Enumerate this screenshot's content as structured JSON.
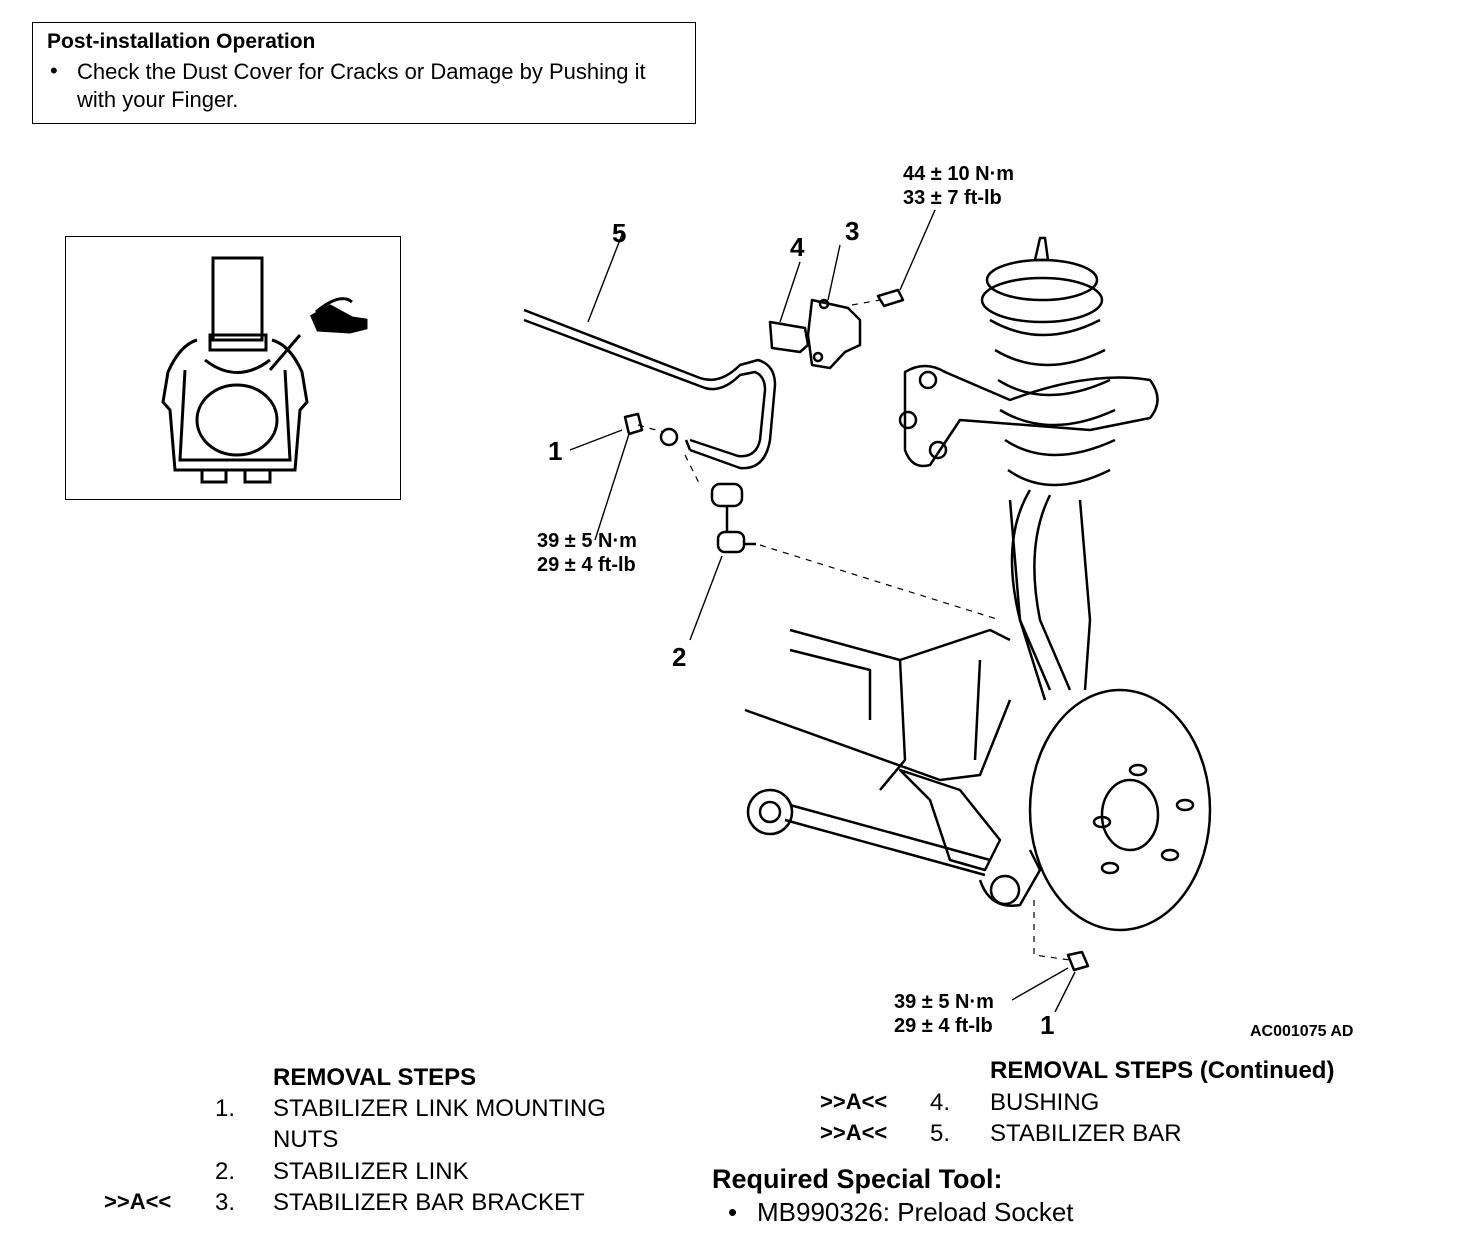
{
  "post_installation": {
    "title": "Post-installation Operation",
    "bullet": "•",
    "text": "Check the Dust Cover for Cracks or Damage by Pushing it with your Finger."
  },
  "callouts": {
    "c1a": "1",
    "c1b": "1",
    "c2": "2",
    "c3": "3",
    "c4": "4",
    "c5": "5"
  },
  "torques": {
    "top_nm": "44 ± 10 N·m",
    "top_ftlb": "33 ± 7 ft-lb",
    "mid_nm": "39 ± 5 N·m",
    "mid_ftlb": "29 ± 4 ft-lb",
    "low_nm": "39 ± 5 N·m",
    "low_ftlb": "29 ± 4 ft-lb"
  },
  "figure_code": "AC001075 AD",
  "removal_steps": {
    "heading": "REMOVAL STEPS",
    "items": [
      {
        "mark": "",
        "num": "1.",
        "text_line1": "STABILIZER LINK MOUNTING",
        "text_line2": "NUTS"
      },
      {
        "mark": "",
        "num": "2.",
        "text_line1": "STABILIZER LINK",
        "text_line2": ""
      },
      {
        "mark": ">>A<<",
        "num": "3.",
        "text_line1": "STABILIZER BAR BRACKET",
        "text_line2": ""
      }
    ]
  },
  "removal_steps_continued": {
    "heading": "REMOVAL STEPS (Continued)",
    "items": [
      {
        "mark": ">>A<<",
        "num": "4.",
        "text": "BUSHING"
      },
      {
        "mark": ">>A<<",
        "num": "5.",
        "text": "STABILIZER BAR"
      }
    ]
  },
  "special_tool": {
    "heading": "Required Special Tool:",
    "bullet": "•",
    "item": "MB990326: Preload Socket"
  }
}
